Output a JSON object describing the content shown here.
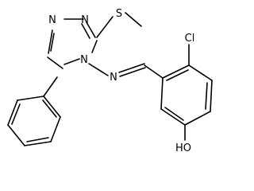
{
  "molecule": {
    "atom_labels": {
      "n1": "N",
      "n2": "N",
      "n4": "N",
      "n_imine": "N",
      "s": "S",
      "cl": "Cl",
      "oh": "HO"
    }
  },
  "colors": {
    "background": "#ffffff",
    "bond": "#000000",
    "label": "#000000"
  }
}
